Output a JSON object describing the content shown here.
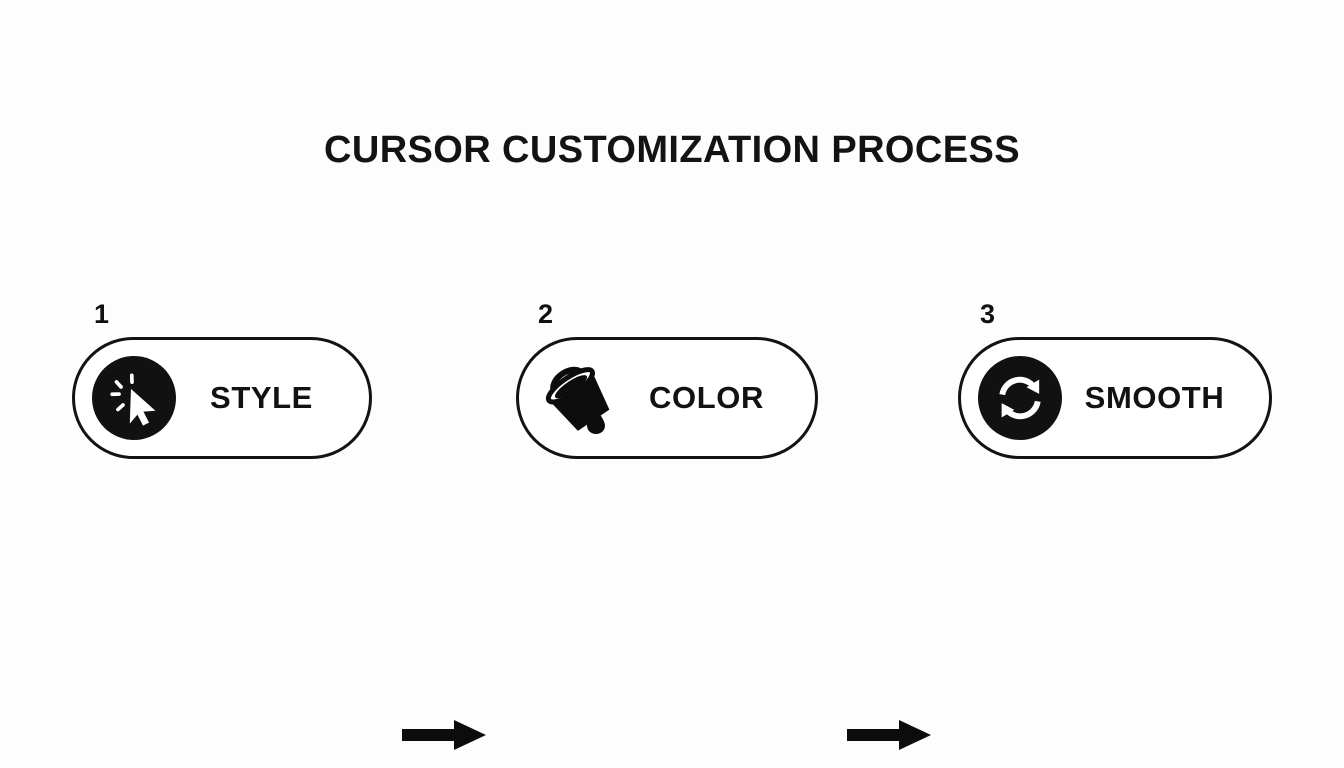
{
  "slide": {
    "background_color": "#fdfdfd",
    "ink_color": "#131313"
  },
  "title": "CURSOR CUSTOMIZATION PROCESS",
  "process": {
    "steps": [
      {
        "number": "1",
        "label": "STYLE",
        "icon": "cursor-click-icon",
        "icon_style": "white-on-black-disc"
      },
      {
        "number": "2",
        "label": "COLOR",
        "icon": "paint-bucket-icon",
        "icon_style": "black-on-white"
      },
      {
        "number": "3",
        "label": "SMOOTH",
        "icon": "refresh-sync-icon",
        "icon_style": "white-on-black-disc"
      }
    ],
    "connectors": [
      {
        "icon": "arrow-right-icon"
      },
      {
        "icon": "arrow-right-icon"
      }
    ]
  }
}
